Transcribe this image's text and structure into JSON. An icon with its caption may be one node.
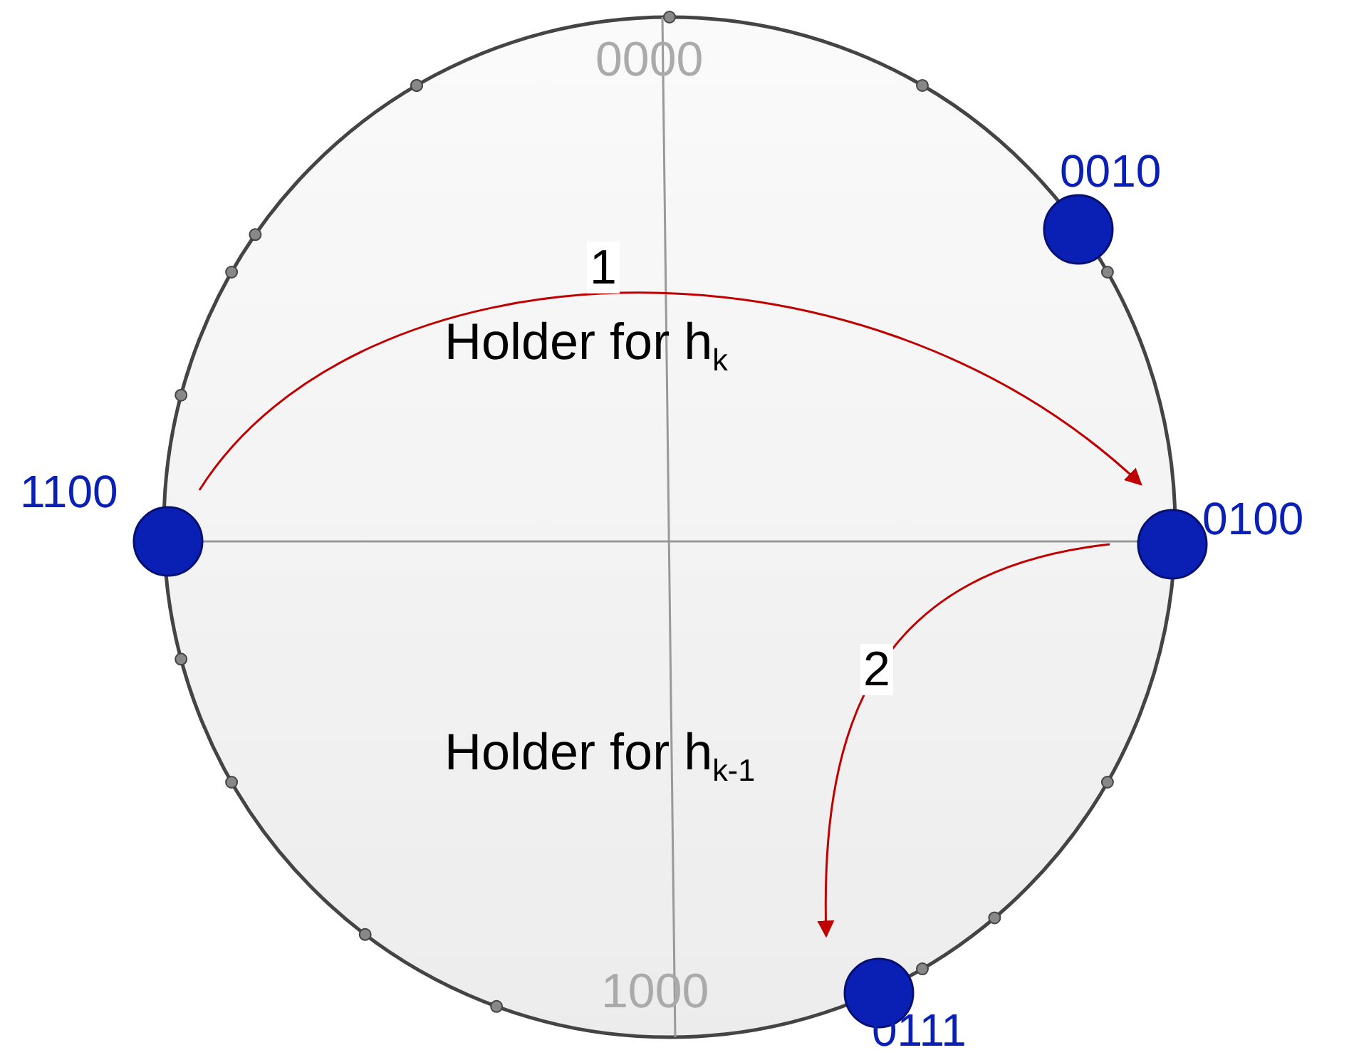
{
  "diagram": {
    "nodes": [
      {
        "text": [
          "0010"
        ]
      },
      {
        "text": [
          "1100"
        ]
      },
      {
        "text": [
          "0100"
        ]
      },
      {
        "text": [
          "0111"
        ]
      }
    ],
    "edges": [
      {
        "from": 1,
        "to": 2,
        "arrow": "to",
        "label": "1"
      },
      {
        "from": 2,
        "to": 3,
        "arrow": "to",
        "label": "2"
      }
    ],
    "labels": [
      "0000",
      "Holder for h$_{k}$",
      "Holder for h$_{k-1}$",
      "1000"
    ]
  }
}
